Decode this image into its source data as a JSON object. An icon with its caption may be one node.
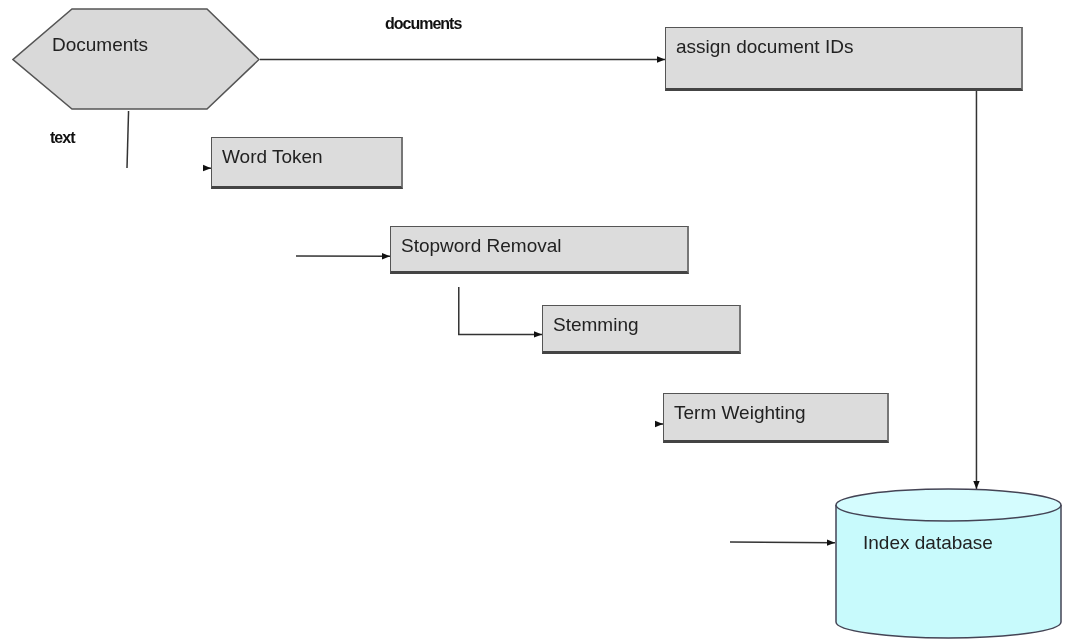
{
  "diagram": {
    "nodes": [
      {
        "text": [
          "Documents"
        ]
      },
      {
        "text": [
          "assign document IDs"
        ]
      },
      {
        "text": [
          "Word Token"
        ]
      },
      {
        "text": [
          "Stopword Removal"
        ]
      },
      {
        "text": [
          "Stemming"
        ]
      },
      {
        "text": [
          "Term Weighting"
        ]
      },
      {
        "text": [
          "Index database"
        ]
      }
    ],
    "edges": [
      {
        "from": 0,
        "to": 1,
        "arrow": "to",
        "label": "documents"
      },
      {
        "from": 0,
        "to": null,
        "arrow": "none",
        "label": "text"
      },
      {
        "from": null,
        "to": 2,
        "arrow": "to"
      },
      {
        "from": null,
        "to": 3,
        "arrow": "to"
      },
      {
        "from": 3,
        "to": 4,
        "arrow": "to"
      },
      {
        "from": null,
        "to": 5,
        "arrow": "to"
      },
      {
        "from": 1,
        "to": 6,
        "arrow": "to"
      },
      {
        "from": null,
        "to": 6,
        "arrow": "to"
      }
    ]
  }
}
